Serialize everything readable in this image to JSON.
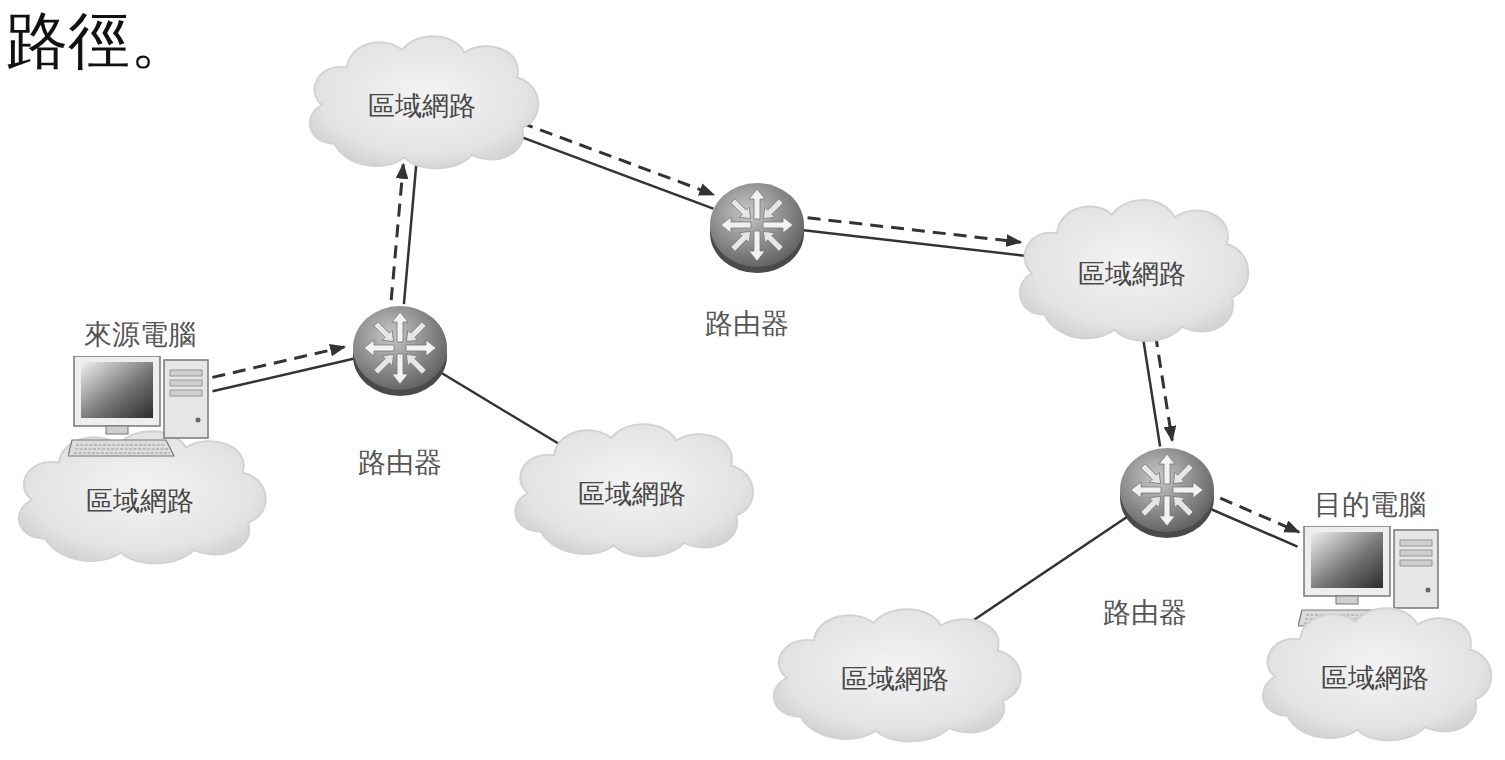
{
  "diagram": {
    "title": "路徑。",
    "nodes": [
      {
        "text": [
          "區域網路"
        ]
      },
      {
        "text": [
          "來源電腦"
        ]
      },
      {
        "text": [
          "路由器"
        ]
      },
      {
        "text": [
          "區域網路"
        ]
      },
      {
        "text": [
          "區域網路"
        ]
      },
      {
        "text": [
          "路由器"
        ]
      },
      {
        "text": [
          "區域網路"
        ]
      },
      {
        "text": [
          "路由器"
        ]
      },
      {
        "text": [
          "區域網路"
        ]
      },
      {
        "text": [
          "目的電腦"
        ]
      },
      {
        "text": [
          "區域網路"
        ]
      }
    ],
    "edges": [
      {
        "from": 1,
        "to": 2,
        "arrow": "none"
      },
      {
        "from": 2,
        "to": 3,
        "arrow": "none"
      },
      {
        "from": 2,
        "to": 4,
        "arrow": "none"
      },
      {
        "from": 3,
        "to": 5,
        "arrow": "none"
      },
      {
        "from": 5,
        "to": 6,
        "arrow": "none"
      },
      {
        "from": 6,
        "to": 7,
        "arrow": "none"
      },
      {
        "from": 7,
        "to": 8,
        "arrow": "none"
      },
      {
        "from": 7,
        "to": 9,
        "arrow": "none"
      },
      {
        "from": 1,
        "to": 2,
        "arrow": "to"
      },
      {
        "from": 2,
        "to": 3,
        "arrow": "to"
      },
      {
        "from": 3,
        "to": 5,
        "arrow": "to"
      },
      {
        "from": 5,
        "to": 6,
        "arrow": "to"
      },
      {
        "from": 6,
        "to": 7,
        "arrow": "to"
      },
      {
        "from": 7,
        "to": 9,
        "arrow": "to"
      }
    ]
  }
}
